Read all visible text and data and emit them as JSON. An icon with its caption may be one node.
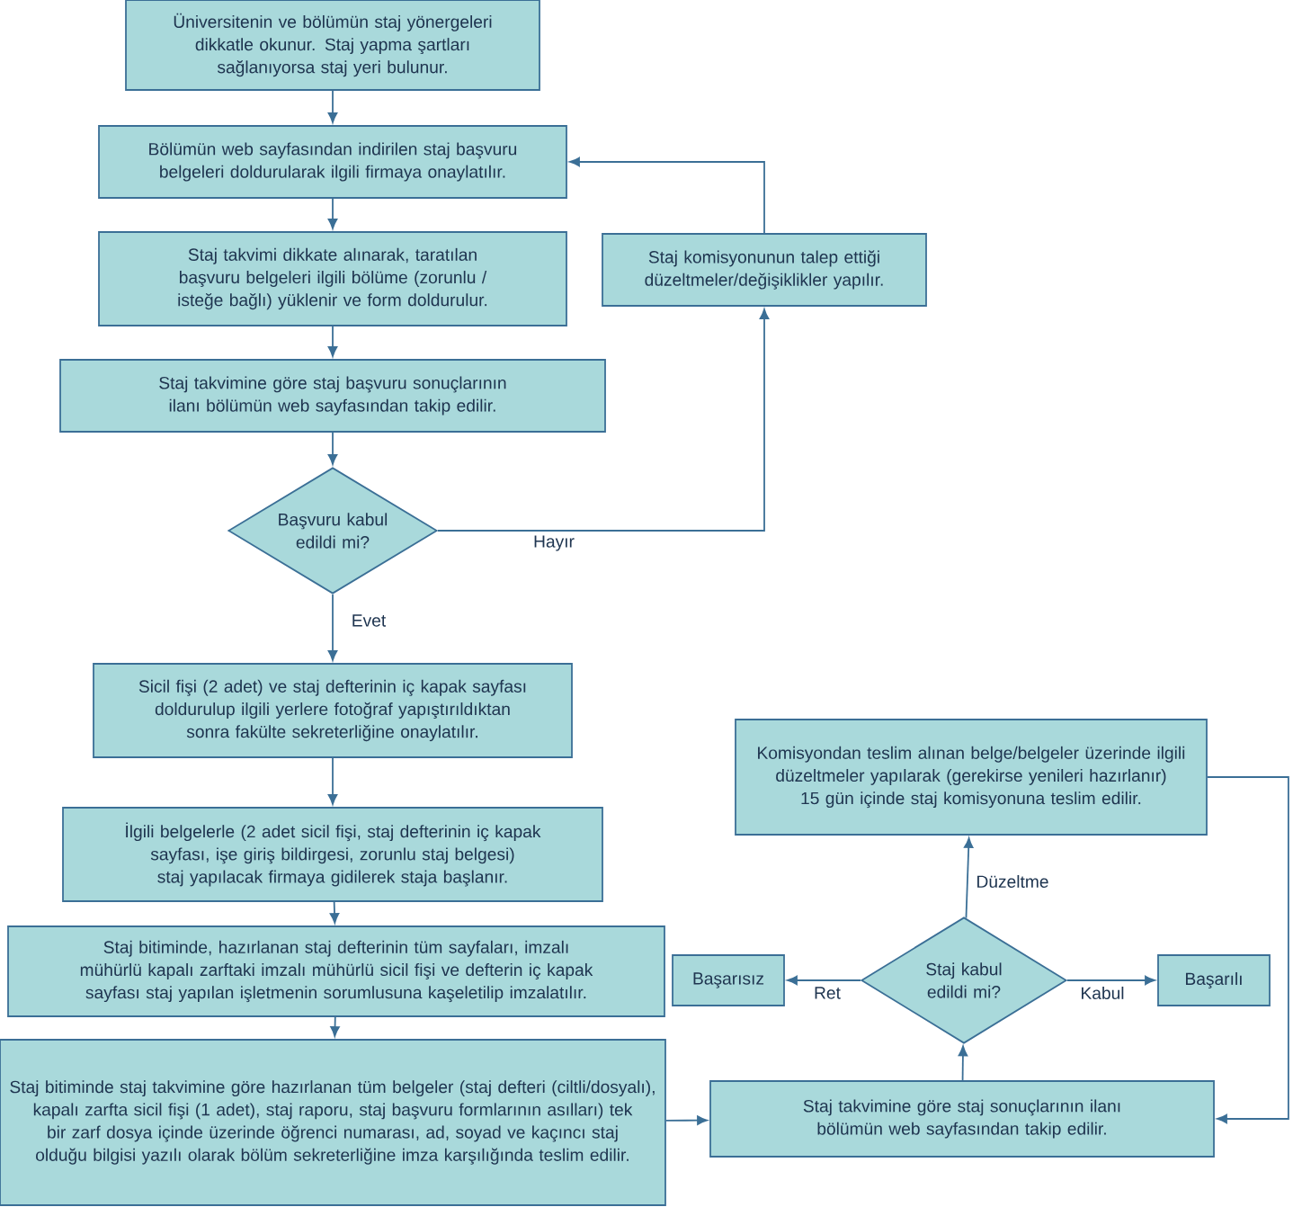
{
  "diagram": {
    "nodes": [
      {
        "text": [
          "Üniversitenin ve bölümün staj yönergeleri dikkatle okunur. Staj yapma şartları sağlanıyorsa staj yeri bulunur."
        ]
      },
      {
        "text": [
          "Bölümün web sayfasından indirilen staj başvuru belgeleri doldurularak ilgili firmaya onaylatılır."
        ]
      },
      {
        "text": [
          "Staj takvimi dikkate alınarak, taratılan başvuru belgeleri ilgili bölüme (zorunlu / isteğe bağlı) yüklenir ve form doldurulur."
        ]
      },
      {
        "text": [
          "Staj takvimine göre staj başvuru sonuçlarının ilanı bölümün web sayfasından takip edilir."
        ]
      },
      {
        "text": [
          "Başvuru kabul edildi mi?"
        ]
      },
      {
        "text": [
          "Staj komisyonunun talep ettiği düzeltmeler/değişiklikler yapılır."
        ]
      },
      {
        "text": [
          "Sicil fişi (2 adet) ve staj defterinin iç kapak sayfası doldurulup ilgili yerlere fotoğraf yapıştırıldıktan sonra fakülte sekreterliğine onaylatılır."
        ]
      },
      {
        "text": [
          "İlgili belgelerle (2 adet sicil fişi, staj defterinin iç kapak sayfası, işe giriş bildirgesi, zorunlu staj belgesi) staj yapılacak firmaya gidilerek staja başlanır."
        ]
      },
      {
        "text": [
          "Staj bitiminde, hazırlanan staj defterinin tüm sayfaları, imzalı mühürlü kapalı zarftaki imzalı mühürlü sicil fişi ve defterin iç kapak sayfası staj yapılan işletmenin sorumlusuna kaşeletilip imzalatılır."
        ]
      },
      {
        "text": [
          "Staj bitiminde staj takvimine göre hazırlanan tüm belgeler (staj defteri (ciltli/dosyalı), kapalı zarfta sicil fişi (1 adet), staj raporu, staj başvuru formlarının asılları) tek bir zarf dosya içinde üzerinde öğrenci numarası, ad, soyad ve kaçıncı staj olduğu bilgisi yazılı olarak bölüm sekreterliğine imza karşılığında teslim edilir."
        ]
      },
      {
        "text": [
          "Komisyondan teslim alınan belge/belgeler üzerinde ilgili düzeltmeler yapılarak (gerekirse yenileri hazırlanır) 15 gün içinde staj komisyonuna teslim edilir."
        ]
      },
      {
        "text": [
          "Staj kabul edildi mi?"
        ]
      },
      {
        "text": [
          "Başarısız"
        ]
      },
      {
        "text": [
          "Başarılı"
        ]
      },
      {
        "text": [
          "Staj takvimine göre staj sonuçlarının ilanı bölümün web sayfasından takip edilir."
        ]
      }
    ],
    "edges": [
      {
        "from": 0,
        "to": 1,
        "arrow": "to"
      },
      {
        "from": 1,
        "to": 2,
        "arrow": "to"
      },
      {
        "from": 2,
        "to": 3,
        "arrow": "to"
      },
      {
        "from": 3,
        "to": 4,
        "arrow": "to"
      },
      {
        "from": 4,
        "to": 5,
        "arrow": "to",
        "label": "Hayır"
      },
      {
        "from": 5,
        "to": 1,
        "arrow": "to"
      },
      {
        "from": 4,
        "to": 6,
        "arrow": "to",
        "label": "Evet"
      },
      {
        "from": 6,
        "to": 7,
        "arrow": "to"
      },
      {
        "from": 7,
        "to": 8,
        "arrow": "to"
      },
      {
        "from": 8,
        "to": 9,
        "arrow": "to"
      },
      {
        "from": 9,
        "to": 14,
        "arrow": "to"
      },
      {
        "from": 14,
        "to": 11,
        "arrow": "to"
      },
      {
        "from": 11,
        "to": 10,
        "arrow": "to",
        "label": "Düzeltme"
      },
      {
        "from": 11,
        "to": 12,
        "arrow": "to",
        "label": "Ret"
      },
      {
        "from": 11,
        "to": 13,
        "arrow": "to",
        "label": "Kabul"
      },
      {
        "from": 10,
        "to": 14,
        "arrow": "to"
      }
    ]
  }
}
